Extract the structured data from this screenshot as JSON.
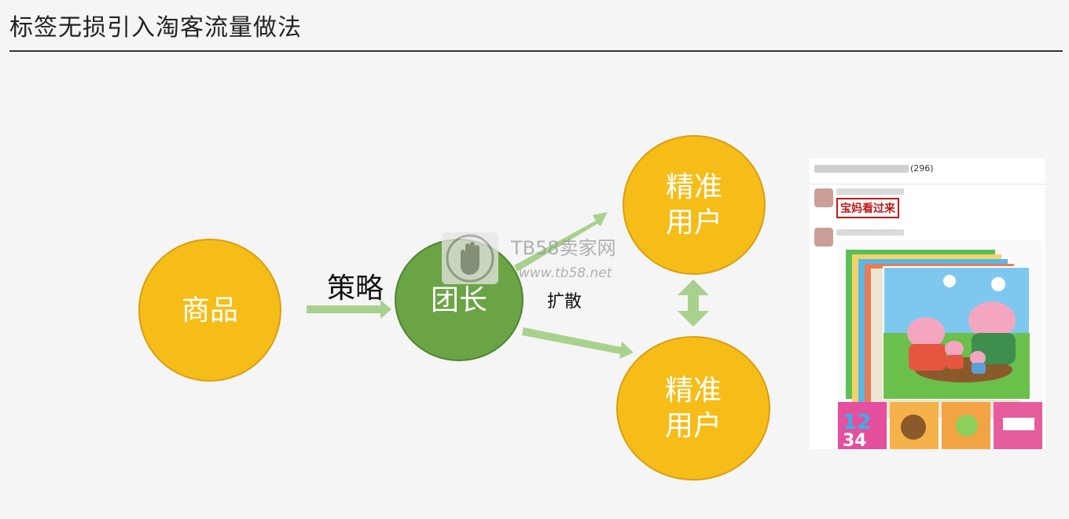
{
  "slide": {
    "title": "标签无损引入淘客流量做法"
  },
  "diagram": {
    "nodes": {
      "product": "商品",
      "leader": "团长",
      "users_top": "精准\n用户",
      "users_bottom": "精准\n用户"
    },
    "edge_labels": {
      "strategy": "策略",
      "spread": "扩散"
    }
  },
  "watermark": {
    "name": "TB58卖家网",
    "url": "www.tb58.net"
  },
  "chat": {
    "member_count": "(296)",
    "message_text": "宝妈看过来"
  },
  "colors": {
    "yellow": "#f6bd19",
    "green": "#6aa444",
    "arrow": "#a9d18e"
  }
}
